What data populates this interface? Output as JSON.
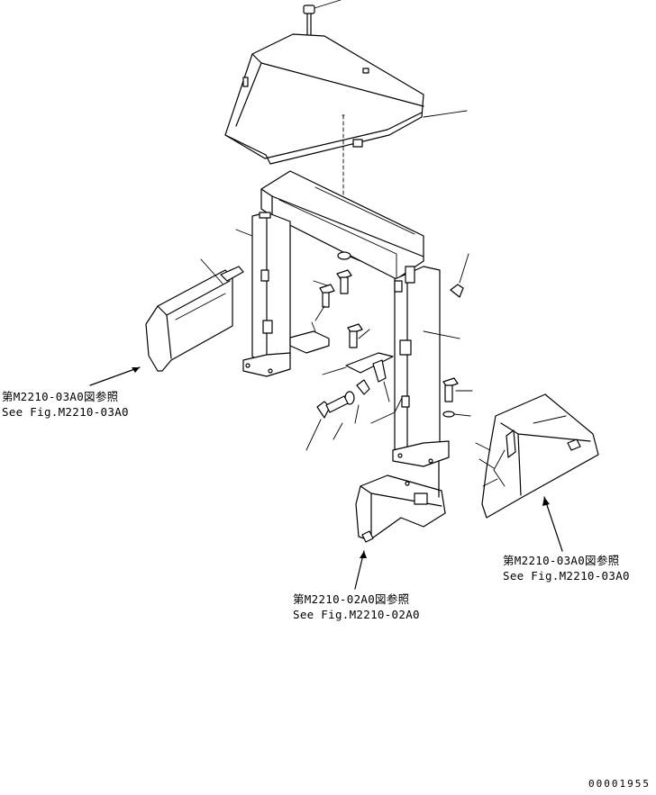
{
  "references": {
    "left_cover": {
      "jp": "第M2210-03A0図参照",
      "en": "See Fig.M2210-03A0"
    },
    "right_floor": {
      "jp": "第M2210-03A0図参照",
      "en": "See Fig.M2210-03A0"
    },
    "bottom_bracket": {
      "jp": "第M2210-02A0図参照",
      "en": "See Fig.M2210-02A0"
    }
  },
  "drawing_number": "00001955"
}
